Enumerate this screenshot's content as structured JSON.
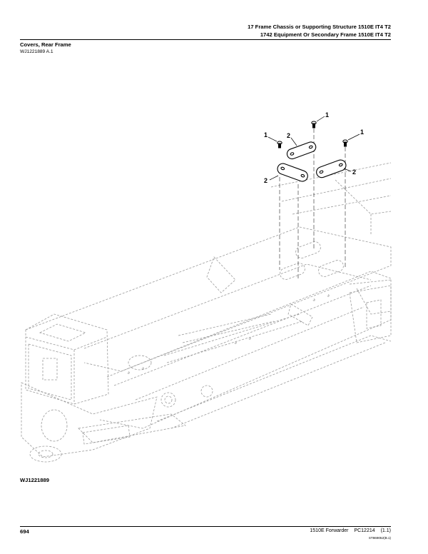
{
  "header": {
    "line1": "17 Frame Chassis or Supporting Structure 1510E IT4 T2",
    "line2": "1742 Equipment Or Secondary Frame 1510E IT4 T2"
  },
  "section": {
    "title": "Covers, Rear Frame",
    "id": "WJ1221889 A.1"
  },
  "illustration": {
    "drawing_id": "WJ1221889",
    "callouts": [
      "1",
      "1",
      "1",
      "2",
      "2",
      "2"
    ]
  },
  "footer": {
    "page_number": "694",
    "model": "1510E Forwarder",
    "publication": "PC12214",
    "revision": "(1.1)",
    "stamp": "ST869052(B.1)"
  }
}
